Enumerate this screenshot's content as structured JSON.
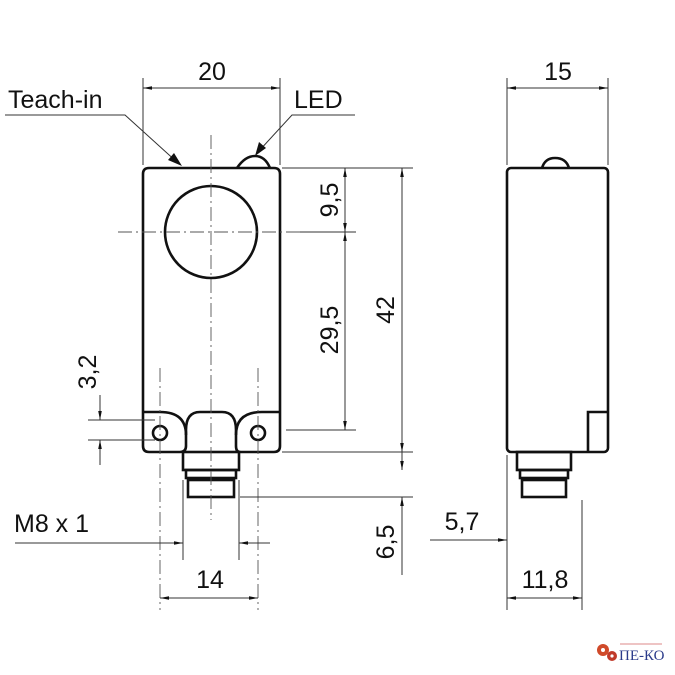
{
  "labels": {
    "teach_in": "Teach-in",
    "led": "LED",
    "thread": "M8 x 1"
  },
  "dimensions": {
    "width_front": "20",
    "width_side": "15",
    "top_to_center": "9,5",
    "center_to_hole": "29,5",
    "height": "42",
    "hole_offset": "3,2",
    "connector_length": "6,5",
    "hole_spacing": "14",
    "connector_offset_side": "5,7",
    "connector_position_side": "11,8"
  },
  "logo": {
    "text": "ПЕ-КО",
    "gear_color": "#d04a2a",
    "text_color": "#2a3a8a"
  }
}
